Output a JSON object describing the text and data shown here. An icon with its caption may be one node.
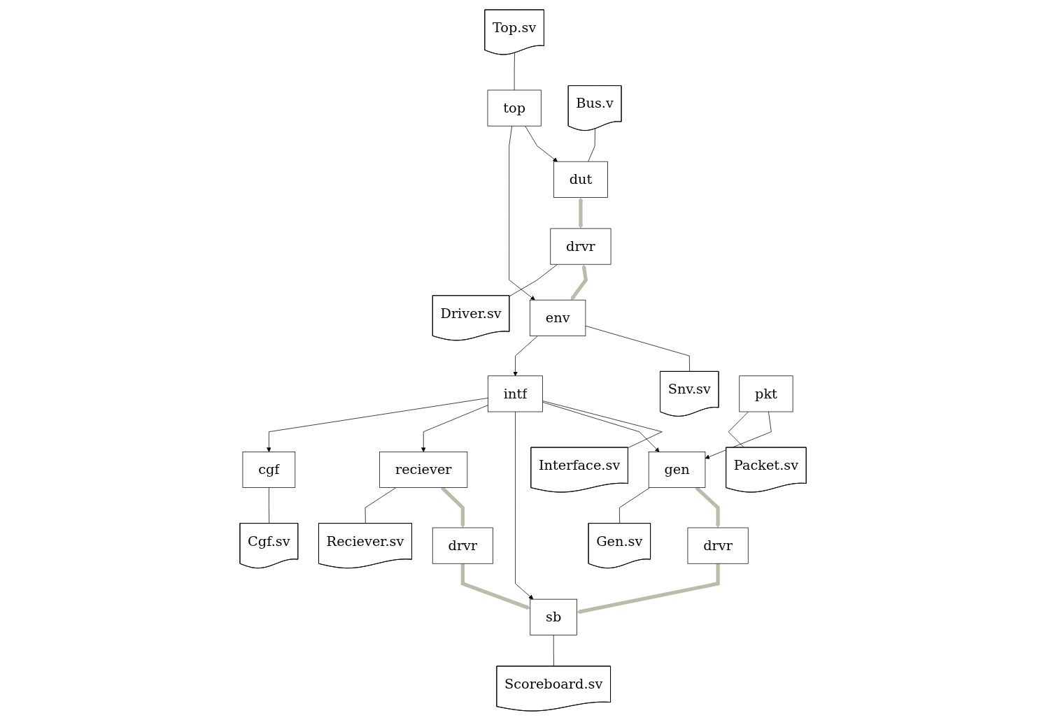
{
  "diagram": {
    "nodes": [
      {
        "text": [
          "Top.sv"
        ]
      },
      {
        "text": [
          "top"
        ]
      },
      {
        "text": [
          "Bus.v"
        ]
      },
      {
        "text": [
          "dut"
        ]
      },
      {
        "text": [
          "drvr"
        ]
      },
      {
        "text": [
          "env"
        ]
      },
      {
        "text": [
          "Snv.sv"
        ]
      },
      {
        "text": [
          "Driver.sv"
        ]
      },
      {
        "text": [
          "intf"
        ]
      },
      {
        "text": [
          "Interface.sv"
        ]
      },
      {
        "text": [
          "pkt"
        ]
      },
      {
        "text": [
          "gen"
        ]
      },
      {
        "text": [
          "drvr"
        ]
      },
      {
        "text": [
          "sb"
        ]
      },
      {
        "text": [
          "drvr"
        ]
      },
      {
        "text": [
          "reciever"
        ]
      },
      {
        "text": [
          "cgf"
        ]
      },
      {
        "text": [
          "Packet.sv"
        ]
      },
      {
        "text": [
          "Gen.sv"
        ]
      },
      {
        "text": [
          "Scoreboard.sv"
        ]
      },
      {
        "text": [
          "Reciever.sv"
        ]
      },
      {
        "text": [
          "Cgf.sv"
        ]
      }
    ],
    "edges": [
      {
        "from": 0,
        "to": 1,
        "arrow": "none"
      },
      {
        "from": 1,
        "to": 3,
        "arrow": "to"
      },
      {
        "from": 1,
        "to": 5,
        "arrow": "to"
      },
      {
        "from": 2,
        "to": 3,
        "arrow": "none"
      },
      {
        "from": 3,
        "to": 4,
        "arrow": "both",
        "style": "thick",
        "color": "#b5bfa5"
      },
      {
        "from": 4,
        "to": 5,
        "arrow": "both",
        "style": "thick",
        "color": "#b5bfa5"
      },
      {
        "from": 5,
        "to": 6,
        "arrow": "none"
      },
      {
        "from": 4,
        "to": 7,
        "arrow": "none"
      },
      {
        "from": 5,
        "to": 8,
        "arrow": "to"
      },
      {
        "from": 8,
        "to": 9,
        "arrow": "none"
      },
      {
        "from": 8,
        "to": 11,
        "arrow": "to"
      },
      {
        "from": 8,
        "to": 13,
        "arrow": "to"
      },
      {
        "from": 8,
        "to": 15,
        "arrow": "to"
      },
      {
        "from": 8,
        "to": 16,
        "arrow": "to"
      },
      {
        "from": 10,
        "to": 11,
        "arrow": "to"
      },
      {
        "from": 11,
        "to": 12,
        "arrow": "to",
        "style": "thick",
        "color": "#b5bfa5"
      },
      {
        "from": 12,
        "to": 13,
        "arrow": "to",
        "style": "thick",
        "color": "#b5bfa5"
      },
      {
        "from": 15,
        "to": 14,
        "arrow": "to",
        "style": "thick",
        "color": "#b5bfa5"
      },
      {
        "from": 14,
        "to": 13,
        "arrow": "to",
        "style": "thick",
        "color": "#b5bfa5"
      },
      {
        "from": 10,
        "to": 17,
        "arrow": "none"
      },
      {
        "from": 11,
        "to": 18,
        "arrow": "none"
      },
      {
        "from": 13,
        "to": 19,
        "arrow": "none"
      },
      {
        "from": 15,
        "to": 20,
        "arrow": "none"
      },
      {
        "from": 16,
        "to": 21,
        "arrow": "none"
      }
    ]
  }
}
